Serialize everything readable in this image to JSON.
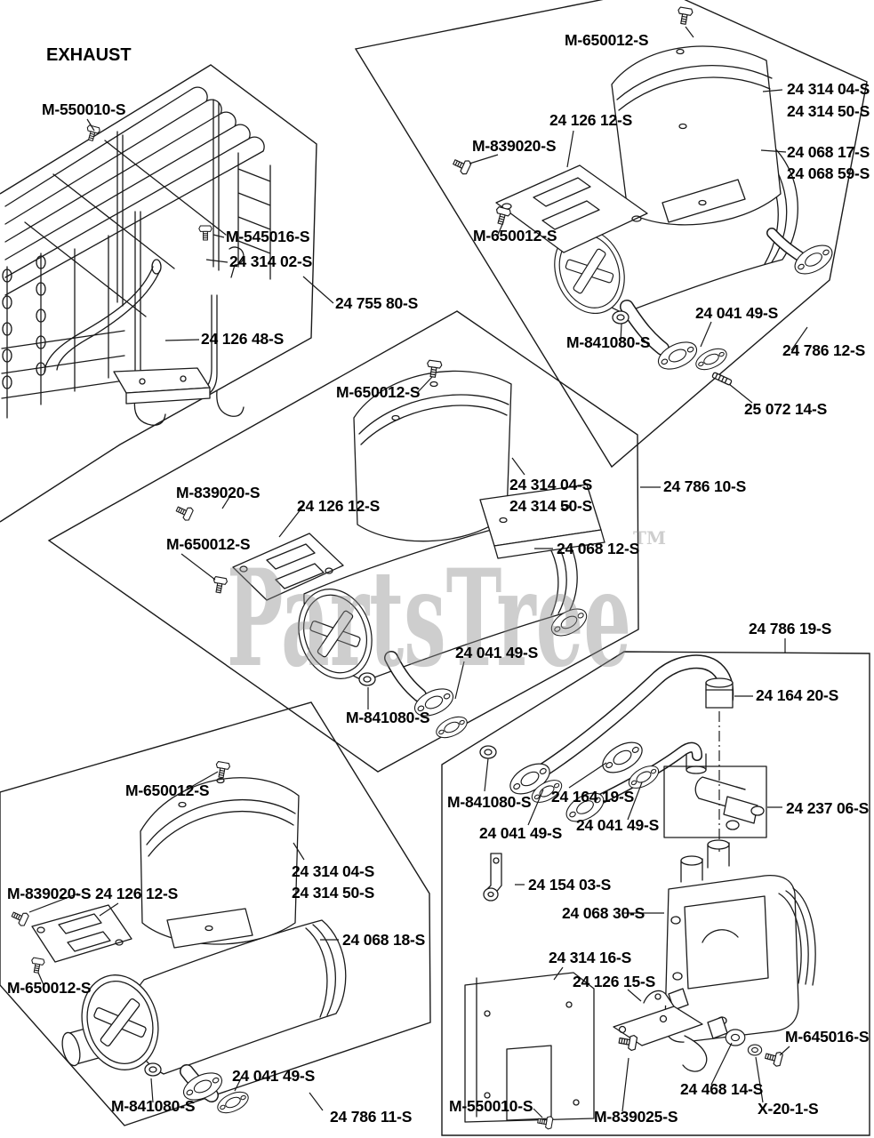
{
  "title": "EXHAUST",
  "watermark": {
    "text": "PartsTree",
    "tm": "TM"
  },
  "colors": {
    "line": "#1a1a1a",
    "label": "#000000",
    "watermark": "#c8c8c8",
    "background": "#ffffff"
  },
  "labels": [
    {
      "id": "l0",
      "text": "M-550010-S"
    },
    {
      "id": "l1",
      "text": "M-545016-S"
    },
    {
      "id": "l2",
      "text": "24 314 02-S"
    },
    {
      "id": "l3",
      "text": "24 755 80-S"
    },
    {
      "id": "l4",
      "text": "24 126 48-S"
    },
    {
      "id": "l5",
      "text": "M-650012-S"
    },
    {
      "id": "l6",
      "text": "24 314 04-S"
    },
    {
      "id": "l7",
      "text": "24 314 50-S"
    },
    {
      "id": "l8",
      "text": "24 126 12-S"
    },
    {
      "id": "l9",
      "text": "M-839020-S"
    },
    {
      "id": "l10",
      "text": "24 068 17-S"
    },
    {
      "id": "l11",
      "text": "24 068 59-S"
    },
    {
      "id": "l12",
      "text": "M-650012-S"
    },
    {
      "id": "l13",
      "text": "24 041 49-S"
    },
    {
      "id": "l14",
      "text": "M-841080-S"
    },
    {
      "id": "l15",
      "text": "24 786 12-S"
    },
    {
      "id": "l16",
      "text": "25 072 14-S"
    },
    {
      "id": "l17",
      "text": "M-650012-S"
    },
    {
      "id": "l18",
      "text": "24 314 04-S"
    },
    {
      "id": "l19",
      "text": "24 314 50-S"
    },
    {
      "id": "l20",
      "text": "24 786 10-S"
    },
    {
      "id": "l21",
      "text": "M-839020-S"
    },
    {
      "id": "l22",
      "text": "24 126 12-S"
    },
    {
      "id": "l23",
      "text": "M-650012-S"
    },
    {
      "id": "l24",
      "text": "24 068 12-S"
    },
    {
      "id": "l25",
      "text": "24 041 49-S"
    },
    {
      "id": "l26",
      "text": "M-841080-S"
    },
    {
      "id": "l27",
      "text": "24 786 19-S"
    },
    {
      "id": "l28",
      "text": "24 164 20-S"
    },
    {
      "id": "l29",
      "text": "M-841080-S"
    },
    {
      "id": "l30",
      "text": "24 164 19-S"
    },
    {
      "id": "l31",
      "text": "24 041 49-S"
    },
    {
      "id": "l32",
      "text": "24 041 49-S"
    },
    {
      "id": "l33",
      "text": "24 237 06-S"
    },
    {
      "id": "l34",
      "text": "24 154 03-S"
    },
    {
      "id": "l35",
      "text": "24 068 30-S"
    },
    {
      "id": "l36",
      "text": "24 314 16-S"
    },
    {
      "id": "l37",
      "text": "24 126 15-S"
    },
    {
      "id": "l38",
      "text": "M-645016-S"
    },
    {
      "id": "l39",
      "text": "24 468 14-S"
    },
    {
      "id": "l40",
      "text": "X-20-1-S"
    },
    {
      "id": "l41",
      "text": "M-550010-S"
    },
    {
      "id": "l42",
      "text": "M-839025-S"
    },
    {
      "id": "l43",
      "text": "M-650012-S"
    },
    {
      "id": "l44",
      "text": "24 314 04-S"
    },
    {
      "id": "l45",
      "text": "24 314 50-S"
    },
    {
      "id": "l46",
      "text": "M-839020-S"
    },
    {
      "id": "l47",
      "text": "24 126 12-S"
    },
    {
      "id": "l48",
      "text": "M-650012-S"
    },
    {
      "id": "l49",
      "text": "24 068 18-S"
    },
    {
      "id": "l50",
      "text": "24 041 49-S"
    },
    {
      "id": "l51",
      "text": "M-841080-S"
    },
    {
      "id": "l52",
      "text": "24 786 11-S"
    }
  ]
}
